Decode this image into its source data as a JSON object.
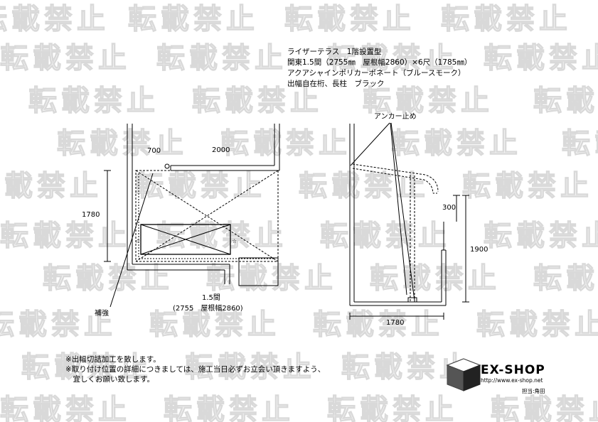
{
  "watermark": {
    "text": "転載禁止"
  },
  "spec": {
    "line1": "ライザーテラス　1階設置型",
    "line2": "関東1.5間（2755㎜　屋根幅2860）×6尺（1785㎜）",
    "line3": "アクアシャインポリカーボネート（ブルースモーク）",
    "line4": "出幅自在桁、長柱　ブラック"
  },
  "plan": {
    "dim_700": "700",
    "dim_2000": "2000",
    "dim_1780": "1780",
    "reinforce_label": "補強",
    "width_label_1": "1.5間",
    "width_label_2": "(2755　屋根幅2860)"
  },
  "section": {
    "anchor_label": "アンカー止め",
    "dim_300": "300",
    "dim_1900": "1900",
    "dim_1780": "1780"
  },
  "notes": {
    "line1": "※出幅切詰加工を致します。",
    "line2": "※取り付け位置の詳細につきましては、施工当日必ずお立会い頂きますよう、",
    "line3": "　宜しくお願い致します。"
  },
  "logo": {
    "name": "EX-SHOP",
    "url": "http://www.ex-shop.net",
    "staff": "担当:角田"
  }
}
